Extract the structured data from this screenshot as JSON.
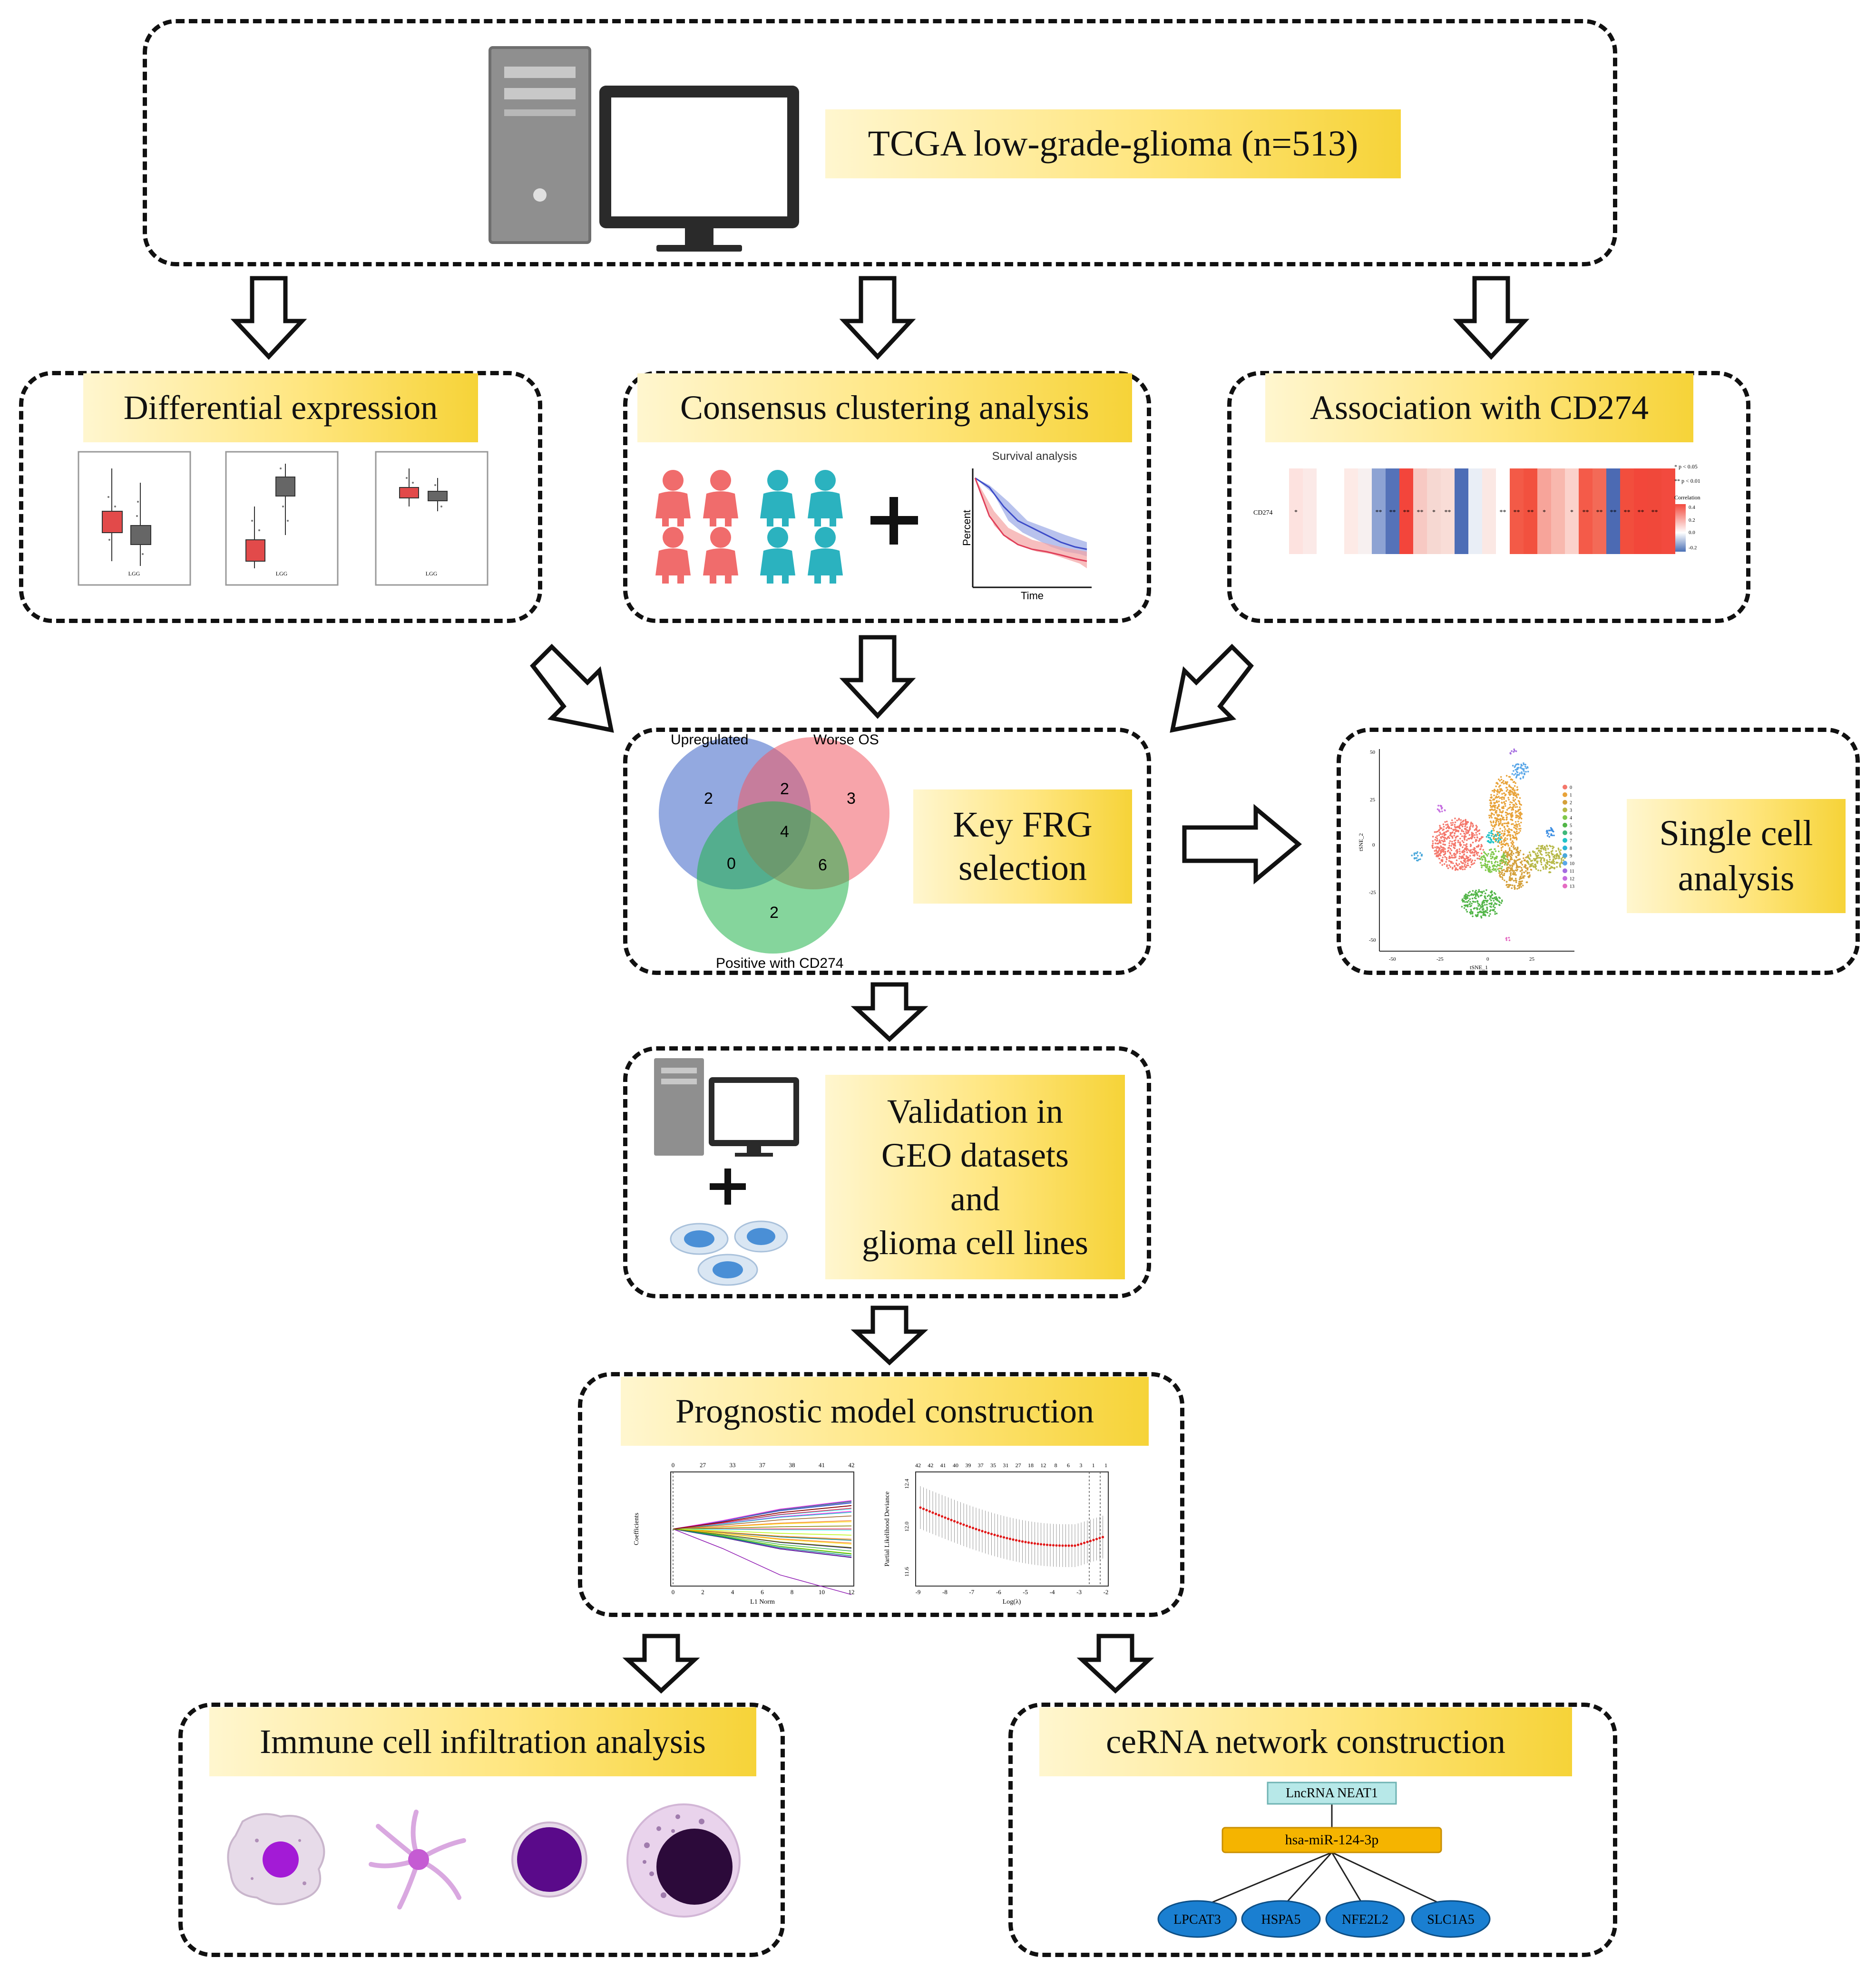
{
  "top": {
    "label": "TCGA low-grade-glioma (n=513)"
  },
  "stage2": {
    "diff": {
      "label": "Differential expression",
      "plot_xlabels": [
        "LGG",
        "LGG",
        "LGG"
      ]
    },
    "consensus": {
      "label": "Consensus clustering analysis",
      "km_title": "Survival analysis",
      "km_ylabel": "Percent",
      "km_xlabel": "Time"
    },
    "assoc": {
      "label": "Association with CD274",
      "row_label": "CD274",
      "legend_p1": "* p < 0.05",
      "legend_p2": "** p < 0.01",
      "legend_title": "Correlation",
      "legend_ticks": [
        "0.4",
        "0.2",
        "0.0",
        "-0.2"
      ]
    }
  },
  "venn": {
    "set_a": "Upregulated",
    "set_b": "Worse OS",
    "set_c": "Positive with CD274",
    "a_only": "2",
    "ab": "2",
    "b_only": "3",
    "abc": "4",
    "ac": "0",
    "bc": "6",
    "c_only": "2",
    "colors": {
      "a": "#3a63c7",
      "b": "#f05a64",
      "c": "#21b24b"
    }
  },
  "key_frg": {
    "label_line1": "Key FRG",
    "label_line2": "selection"
  },
  "single_cell": {
    "label_line1": "Single cell",
    "label_line2": "analysis",
    "yaxis": "tSNE_2",
    "xaxis": "tSNE_1",
    "yticks": [
      "50",
      "25",
      "0",
      "-25",
      "-50"
    ],
    "xticks": [
      "-50",
      "-25",
      "0",
      "25"
    ],
    "clusters": [
      "0",
      "1",
      "2",
      "3",
      "4",
      "5",
      "6",
      "7",
      "8",
      "9",
      "10",
      "11",
      "12",
      "13"
    ]
  },
  "validation": {
    "line1": "Validation in",
    "line2": "GEO datasets",
    "line3": "and",
    "line4": "glioma cell lines"
  },
  "prognostic": {
    "label": "Prognostic model construction",
    "lasso_top": [
      "0",
      "27",
      "33",
      "37",
      "38",
      "41",
      "42"
    ],
    "lasso_xlabel": "L1 Norm",
    "lasso_ylabel": "Coefficients",
    "lasso_xticks": [
      "0",
      "2",
      "4",
      "6",
      "8",
      "10",
      "12"
    ],
    "cv_top": [
      "42",
      "42",
      "41",
      "40",
      "39",
      "37",
      "35",
      "31",
      "27",
      "18",
      "12",
      "8",
      "6",
      "3",
      "1",
      "1"
    ],
    "cv_xlabel": "Log(λ)",
    "cv_ylabel": "Partial Likelihood Deviance",
    "cv_xticks": [
      "-9",
      "-8",
      "-7",
      "-6",
      "-5",
      "-4",
      "-3",
      "-2"
    ],
    "cv_yticks": [
      "12.4",
      "12.0",
      "11.6"
    ]
  },
  "immune": {
    "label": "Immune cell infiltration analysis"
  },
  "cerna": {
    "label": "ceRNA network construction",
    "lncrna": "LncRNA NEAT1",
    "mirna": "hsa-miR-124-3p",
    "targets": [
      "LPCAT3",
      "HSPA5",
      "NFE2L2",
      "SLC1A5"
    ]
  }
}
